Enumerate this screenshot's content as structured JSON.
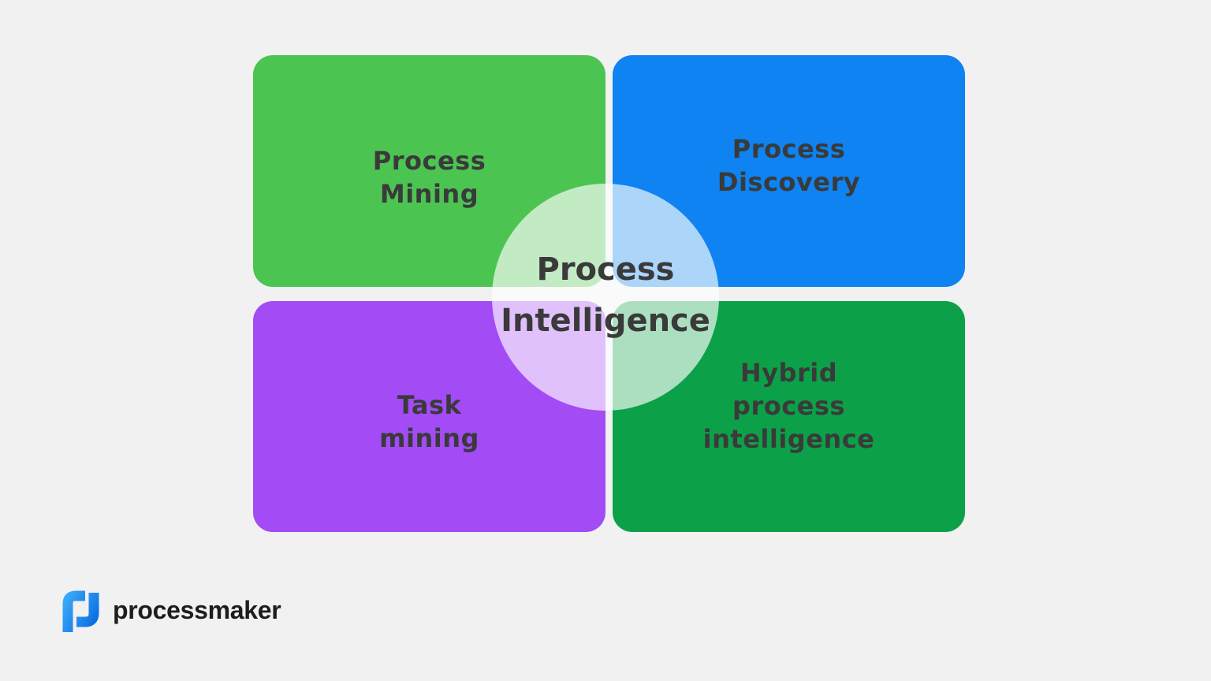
{
  "canvas": {
    "background": "#f1f1f1",
    "text_color": "#3a3a3a"
  },
  "quadrants": [
    {
      "name": "process-mining",
      "lines": [
        "Process",
        "Mining"
      ],
      "color": "#4cc452"
    },
    {
      "name": "process-discovery",
      "lines": [
        "Process",
        "Discovery"
      ],
      "color": "#0e83f1"
    },
    {
      "name": "task-mining",
      "lines": [
        "Task",
        "mining"
      ],
      "color": "#a34bf5"
    },
    {
      "name": "hybrid-process-intelligence",
      "lines": [
        "Hybrid",
        "process",
        "intelligence"
      ],
      "color": "#0ca148"
    }
  ],
  "center_circle": {
    "lines": [
      "Process",
      "Intelligence"
    ],
    "fill": "rgba(255,255,255,0.66)"
  },
  "logo": {
    "text": "processmaker",
    "text_color": "#1d1d1d",
    "icon": "processmaker-p-mark",
    "icon_gradient_start": "#3aa7f8",
    "icon_gradient_end": "#0b70e2"
  }
}
